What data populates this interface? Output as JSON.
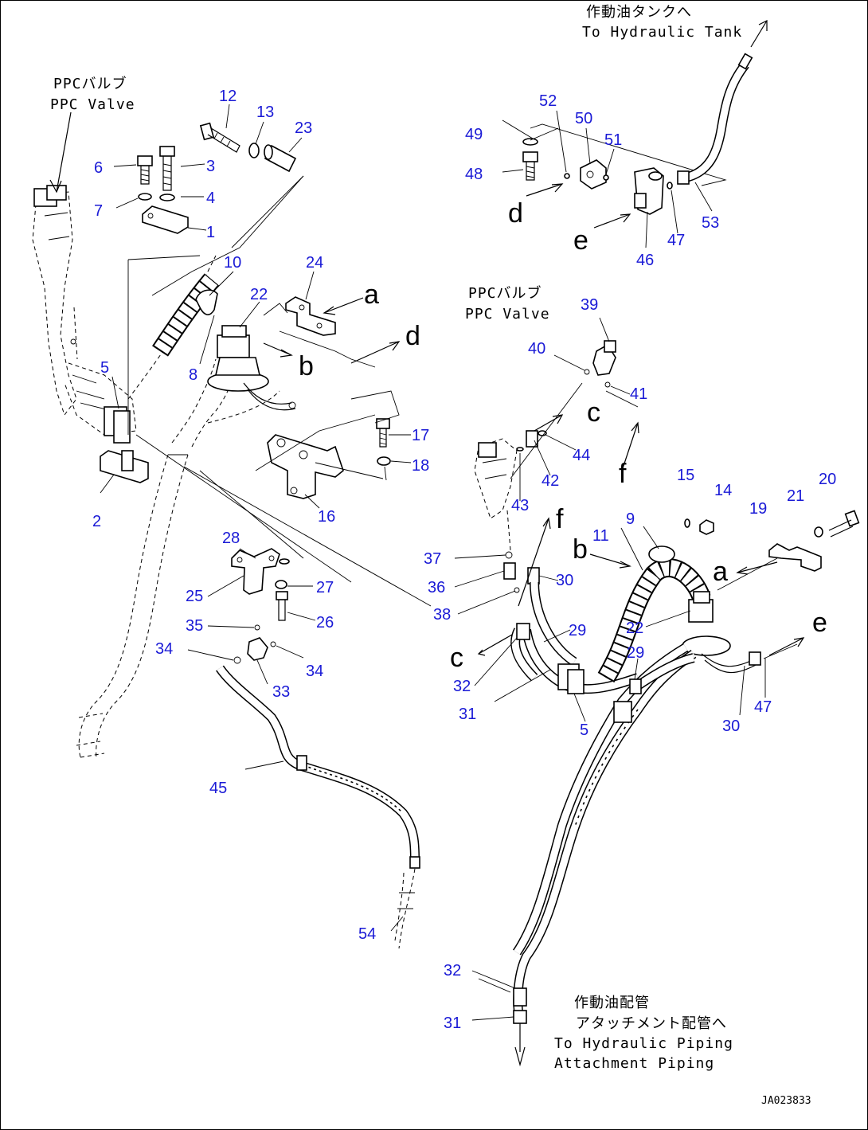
{
  "labels": {
    "tank_jp": "作動油タンクへ",
    "tank_en": "To Hydraulic Tank",
    "ppc1_jp": "PPCバルブ",
    "ppc1_en": "PPC Valve",
    "ppc2_jp": "PPCバルブ",
    "ppc2_en": "PPC Valve",
    "piping_jp1": "作動油配管",
    "piping_jp2": "アタッチメント配管へ",
    "piping_en1": "To Hydraulic Piping",
    "piping_en2": "Attachment Piping"
  },
  "drawing_code": "JA023833",
  "part_numbers": {
    "p1": "1",
    "p2": "2",
    "p3": "3",
    "p4": "4",
    "p5a": "5",
    "p5b": "5",
    "p6": "6",
    "p7": "7",
    "p8": "8",
    "p9": "9",
    "p10": "10",
    "p11": "11",
    "p12": "12",
    "p13": "13",
    "p14": "14",
    "p15": "15",
    "p16": "16",
    "p17": "17",
    "p18": "18",
    "p19": "19",
    "p20": "20",
    "p21": "21",
    "p22a": "22",
    "p22b": "22",
    "p23": "23",
    "p24": "24",
    "p25": "25",
    "p26": "26",
    "p27": "27",
    "p28": "28",
    "p29a": "29",
    "p29b": "29",
    "p30a": "30",
    "p30b": "30",
    "p31a": "31",
    "p31b": "31",
    "p32a": "32",
    "p32b": "32",
    "p33": "33",
    "p34a": "34",
    "p34b": "34",
    "p35": "35",
    "p36": "36",
    "p37": "37",
    "p38": "38",
    "p39": "39",
    "p40": "40",
    "p41": "41",
    "p42": "42",
    "p43": "43",
    "p44": "44",
    "p45": "45",
    "p46": "46",
    "p47a": "47",
    "p47b": "47",
    "p48": "48",
    "p49": "49",
    "p50": "50",
    "p51": "51",
    "p52": "52",
    "p53": "53",
    "p54": "54"
  },
  "connection_letters": {
    "a1": "a",
    "a2": "a",
    "b1": "b",
    "b2": "b",
    "c1": "c",
    "c2": "c",
    "d1": "d",
    "d2": "d",
    "e1": "e",
    "e2": "e",
    "f1": "f",
    "f2": "f"
  },
  "colors": {
    "part_number": "#1a1ad6",
    "line": "#000000",
    "background": "#ffffff"
  }
}
